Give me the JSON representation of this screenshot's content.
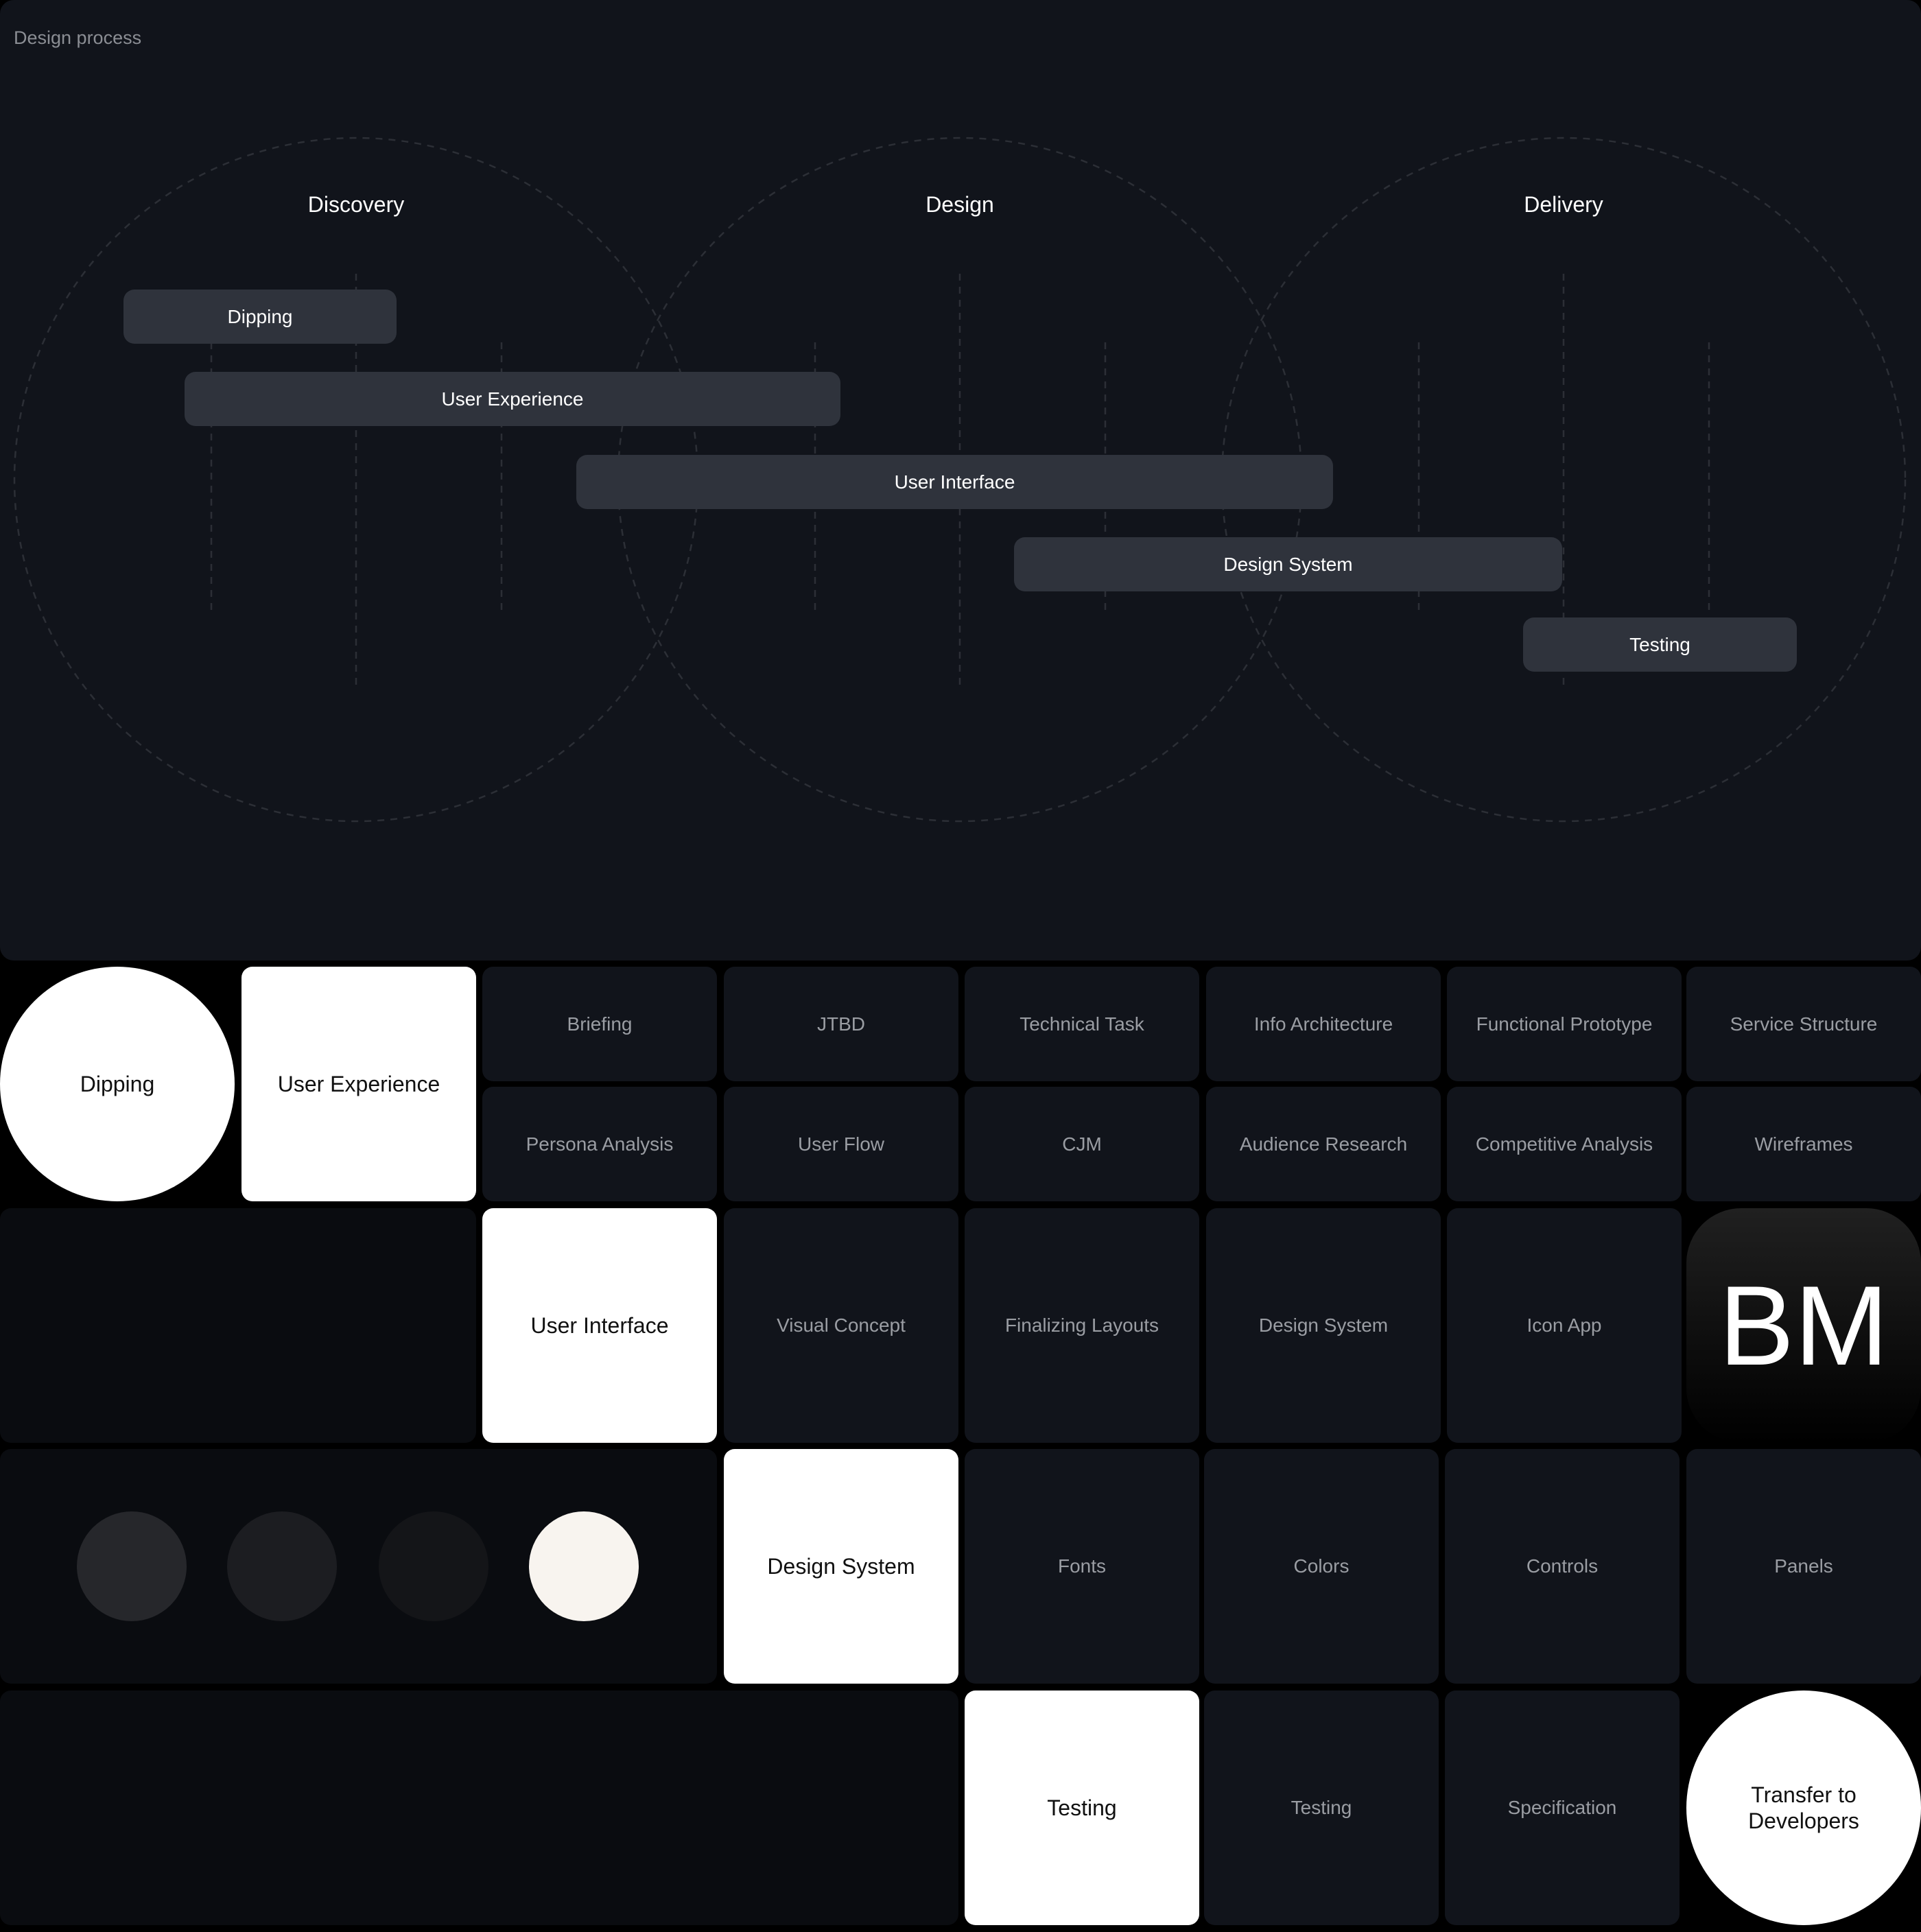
{
  "title": "Design process",
  "phases": [
    "Discovery",
    "Design",
    "Delivery"
  ],
  "timeline_bars": [
    "Dipping",
    "User Experience",
    "User Interface",
    "Design System",
    "Testing"
  ],
  "grid": {
    "dipping": "Dipping",
    "user_experience": "User Experience",
    "ux_items": [
      "Briefing",
      "JTBD",
      "Technical Task",
      "Info Architecture",
      "Functional Prototype",
      "Service Structure",
      "Persona Analysis",
      "User Flow",
      "CJM",
      "Audience Research",
      "Competitive Analysis",
      "Wireframes"
    ],
    "user_interface": "User Interface",
    "ui_items": [
      "Visual Concept",
      "Finalizing Layouts",
      "Design System",
      "Icon App"
    ],
    "logo": "BM",
    "swatches": [
      "#26272b",
      "#1c1d21",
      "#141518",
      "#f8f4ef"
    ],
    "design_system": "Design System",
    "ds_items": [
      "Fonts",
      "Colors",
      "Controls",
      "Panels"
    ],
    "testing": "Testing",
    "testing_items": [
      "Testing",
      "Specification"
    ],
    "transfer": "Transfer to Developers"
  }
}
